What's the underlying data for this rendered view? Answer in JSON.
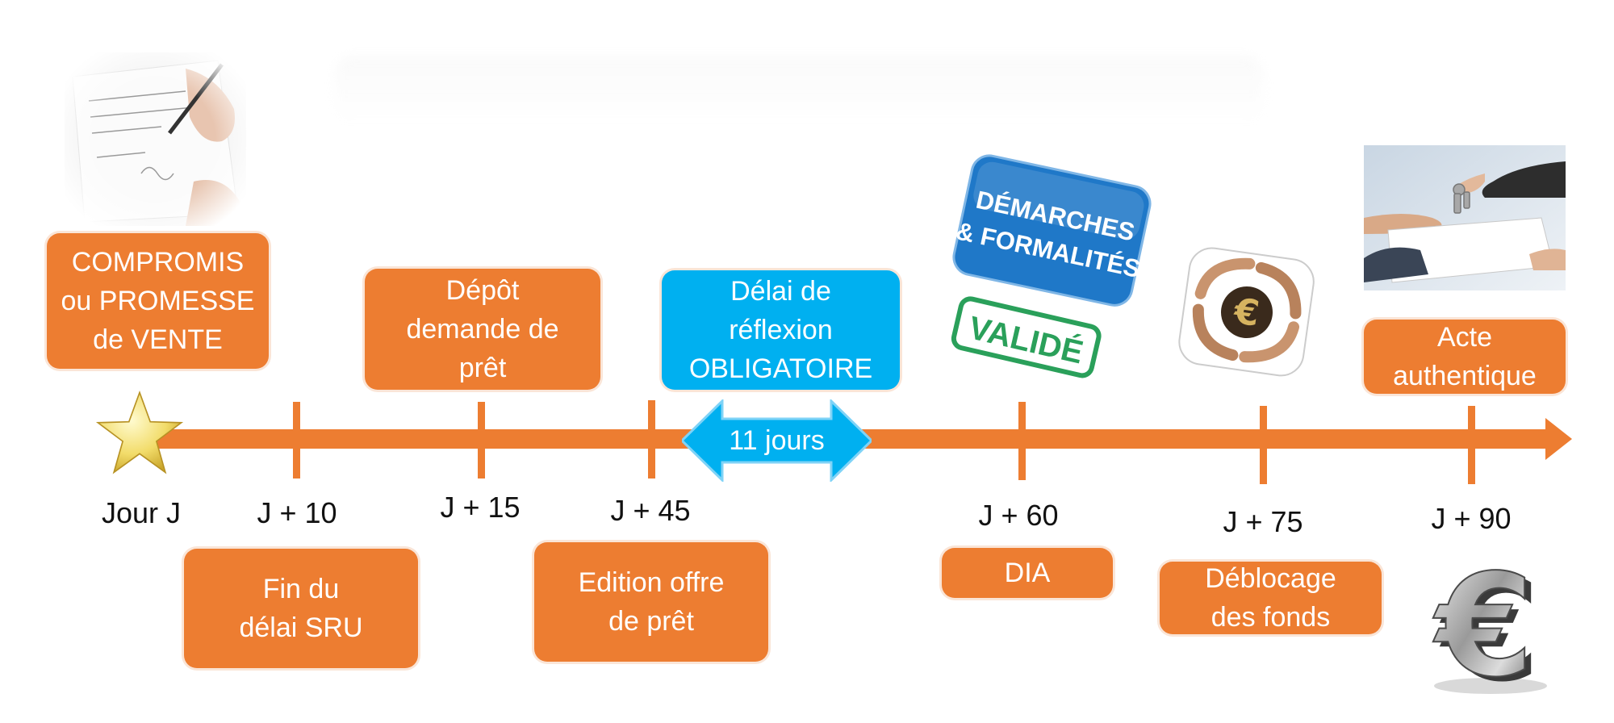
{
  "events": {
    "compromis": "COMPROMIS\nou PROMESSE\nde VENTE",
    "depot": "Dépôt\ndemande de\nprêt",
    "delai": "Délai de\nréflexion\nOBLIGATOIRE",
    "fin_sru": "Fin du\ndélai SRU",
    "edition": "Edition offre\nde prêt",
    "dia": "DIA",
    "deblocage": "Déblocage\ndes fonds",
    "acte": "Acte\nauthentique"
  },
  "arrow_label": "11 jours",
  "ticks": {
    "j0": "Jour J",
    "j10": "J + 10",
    "j15": "J + 15",
    "j45": "J + 45",
    "j60": "J + 60",
    "j75": "J + 75",
    "j90": "J + 90"
  },
  "badges": {
    "demarches_line1": "DÉMARCHES",
    "demarches_line2": "& FORMALITÉS",
    "valide": "VALIDÉ"
  },
  "colors": {
    "orange": "#ed7d31",
    "blue": "#00b0f0",
    "badge_blue": "#1f78c8",
    "valide_green": "#2aa05a"
  }
}
